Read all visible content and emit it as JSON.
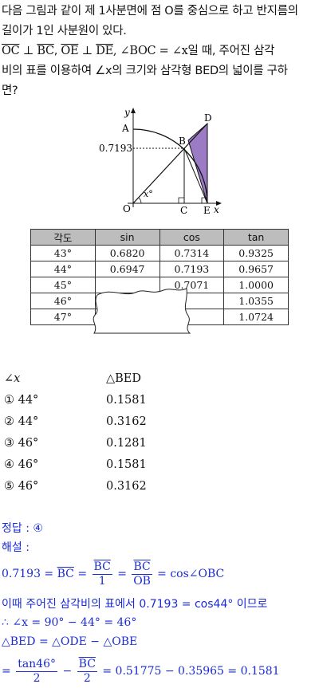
{
  "problem": {
    "line1": "다음 그림과 같이 제 1사분면에 점 O를 중심으로 하고 반지름의",
    "line2": "길이가 1인 사분원이 있다.",
    "cond_oc": "OC",
    "perp": " ⊥ ",
    "cond_bc": "BC",
    "comma": ", ",
    "cond_oe": "OE",
    "cond_de": "DE",
    "cond_angle": ",  ∠BOC = ∠x",
    "line3_tail": "일 때, 주어진 삼각",
    "line4": "비의 표를 이용하여 ∠x의 크기와 삼각형 BED의 넓이를 구하",
    "line5": "면?"
  },
  "figure": {
    "y_label": "y",
    "x_label": "x",
    "point_a": "A",
    "point_b": "B",
    "point_d": "D",
    "point_o": "O",
    "point_c": "C",
    "point_e": "E",
    "y_value": "0.7193",
    "angle": "x°",
    "fill_color": "#9b7cc4"
  },
  "table": {
    "headers": [
      "각도",
      "sin",
      "cos",
      "tan"
    ],
    "rows": [
      [
        "43°",
        "0.6820",
        "0.7314",
        "0.9325"
      ],
      [
        "44°",
        "0.6947",
        "0.7193",
        "0.9657"
      ],
      [
        "45°",
        "",
        "0.7071",
        "1.0000"
      ],
      [
        "46°",
        "",
        "",
        "1.0355"
      ],
      [
        "47°",
        "",
        "",
        "1.0724"
      ]
    ]
  },
  "choices": {
    "header_angle": "∠x",
    "header_area": "△BED",
    "items": [
      {
        "num": "①",
        "angle": "44°",
        "area": "0.1581"
      },
      {
        "num": "②",
        "angle": "44°",
        "area": "0.3162"
      },
      {
        "num": "③",
        "angle": "46°",
        "area": "0.1281"
      },
      {
        "num": "④",
        "angle": "46°",
        "area": "0.1581"
      },
      {
        "num": "⑤",
        "angle": "46°",
        "area": "0.3162"
      }
    ]
  },
  "solution": {
    "answer": "정답 : ④",
    "label": "해설 :",
    "l1_a": "0.7193 = ",
    "l1_bc": "BC",
    "l1_eq": " = ",
    "l1_eq2": " = ",
    "l1_one": "1",
    "l1_ob": "OB",
    "l1_tail": " = cos∠OBC",
    "l2": "이때 주어진 삼각비의 표에서 0.7193 = cos44° 이므로",
    "l3": "∴  ∠x = 90° − 44° = 46°",
    "l4": "△BED = △ODE − △OBE",
    "l5_a": "= ",
    "l5_tan": "tan46°",
    "l5_two": "2",
    "l5_minus": " − ",
    "l5_two2": "2",
    "l5_tail": " = 0.51775 − 0.35965 = 0.1581"
  }
}
